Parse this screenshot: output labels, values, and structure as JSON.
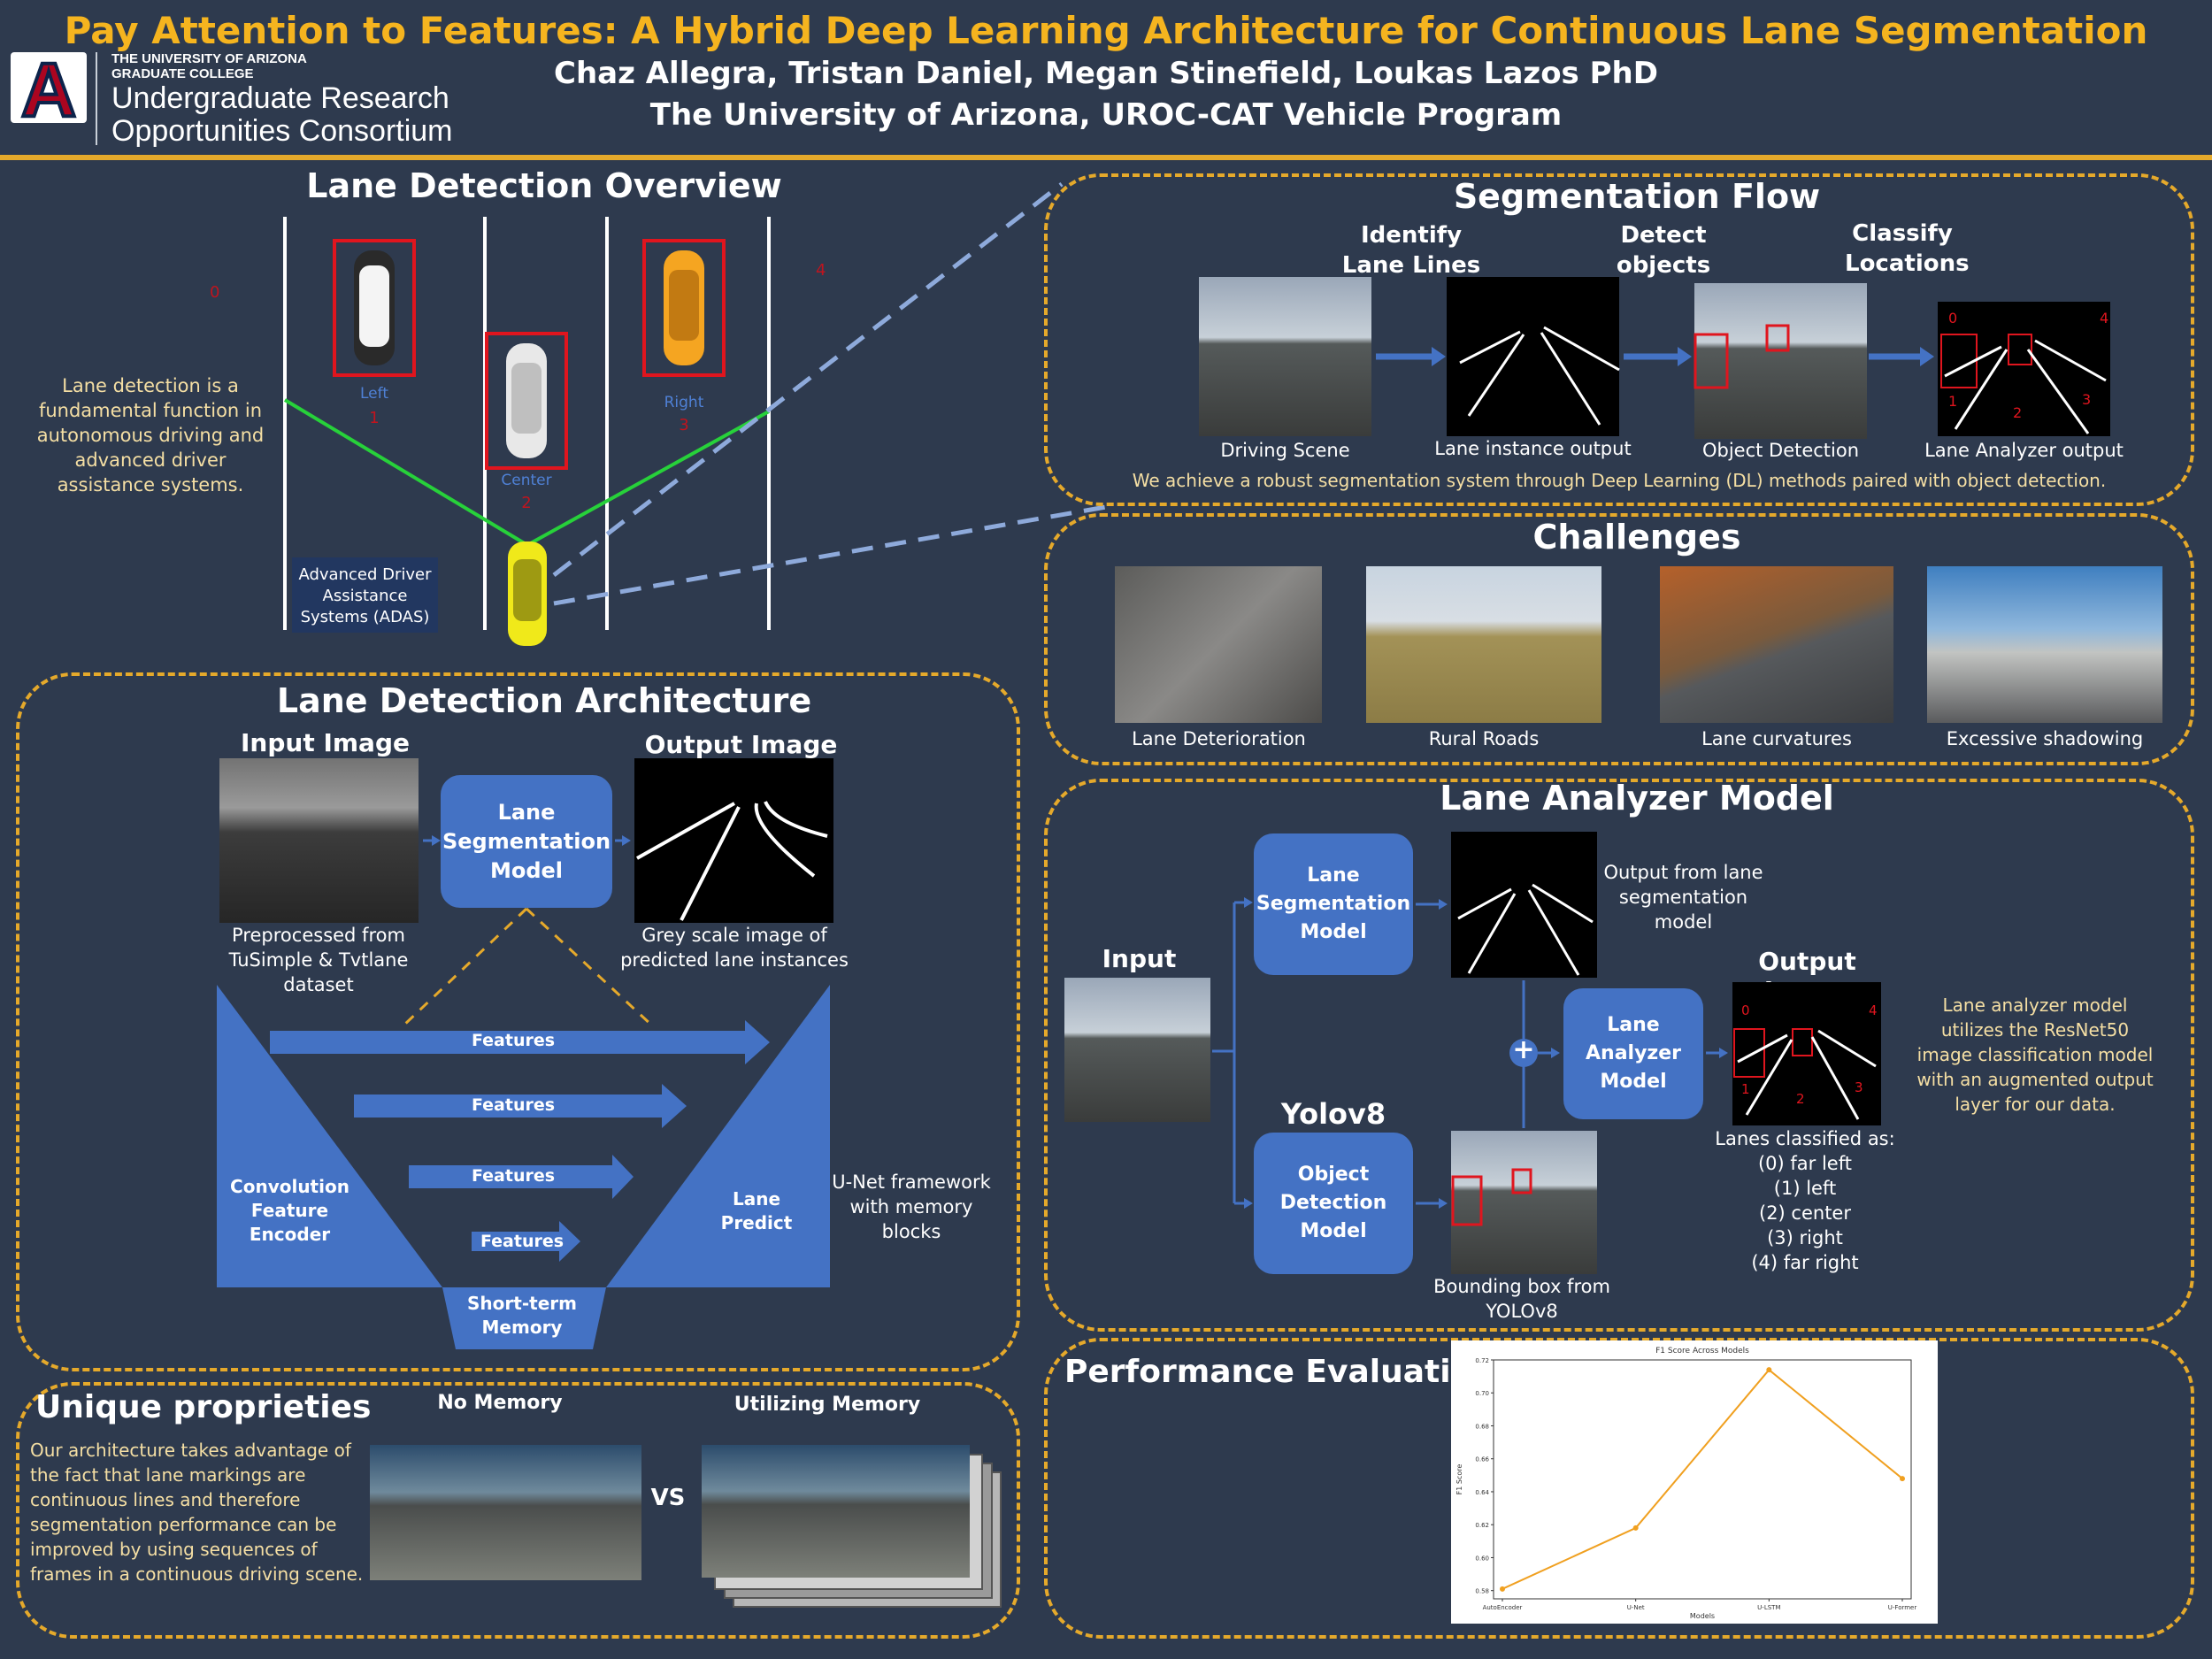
{
  "header": {
    "title": "Pay Attention to Features: A Hybrid Deep Learning Architecture for Continuous Lane Segmentation",
    "authors": "Chaz Allegra, Tristan Daniel, Megan Stinefield, Loukas Lazos PhD",
    "affiliation": "The University of Arizona, UROC-CAT Vehicle Program",
    "logo_line1": "THE UNIVERSITY OF ARIZONA",
    "logo_line2": "GRADUATE COLLEGE",
    "logo_line3": "Undergraduate Research",
    "logo_line4": "Opportunities Consortium",
    "logo_mark": "A"
  },
  "overview": {
    "title": "Lane Detection Overview",
    "text": "Lane detection is a fundamental function in autonomous driving and advanced driver assistance systems.",
    "lane0": "0",
    "lane4": "4",
    "left_label": "Left",
    "left_num": "1",
    "center_label": "Center",
    "center_num": "2",
    "right_label": "Right",
    "right_num": "3",
    "adas": "Advanced Driver Assistance Systems (ADAS)"
  },
  "seg_flow": {
    "title": "Segmentation Flow",
    "step1": "Identify Lane Lines",
    "step2": "Detect objects",
    "step3": "Classify Locations",
    "cap1": "Driving Scene",
    "cap2": "Lane instance output",
    "cap3": "Object Detection",
    "cap4": "Lane Analyzer output",
    "summary": "We achieve a robust segmentation system through Deep Learning (DL) methods paired with object detection.",
    "n0": "0",
    "n1": "1",
    "n2": "2",
    "n3": "3",
    "n4": "4"
  },
  "challenges": {
    "title": "Challenges",
    "items": [
      "Lane Deterioration",
      "Rural Roads",
      "Lane curvatures",
      "Excessive shadowing"
    ]
  },
  "arch": {
    "title": "Lane Detection Architecture",
    "input_title": "Input Image",
    "output_title": "Output Image",
    "model": "Lane Segmentation Model",
    "input_cap": "Preprocessed from TuSimple & Tvtlane dataset",
    "output_cap": "Grey scale image of predicted lane instances",
    "features": "Features",
    "encoder": "Convolution Feature Encoder",
    "predict": "Lane Predict",
    "memory": "Short-term Memory",
    "unet": "U-Net framework with memory blocks"
  },
  "analyzer": {
    "title": "Lane Analyzer Model",
    "input_title": "Input Image",
    "seg_model": "Lane Segmentation Model",
    "seg_cap": "Output from lane segmentation model",
    "yolo": "Yolov8",
    "od_model": "Object Detection Model",
    "bbox_cap": "Bounding box  from YOLOv8",
    "la_model": "Lane Analyzer Model",
    "output_title": "Output Image",
    "plus": "+",
    "classes": [
      "Lanes classified as:",
      "(0) far left",
      "(1) left",
      "(2) center",
      "(3) right",
      "(4) far right"
    ],
    "desc": "Lane analyzer model utilizes the ResNet50 image classification model with an augmented output layer for our data.",
    "n0": "0",
    "n1": "1",
    "n2": "2",
    "n3": "3",
    "n4": "4"
  },
  "unique": {
    "title": "Unique proprieties",
    "text": "Our architecture takes advantage of the fact that lane markings are continuous lines and therefore segmentation performance can be improved by using sequences of frames in a continuous driving scene.",
    "no_mem": "No Memory",
    "with_mem": "Utilizing Memory",
    "vs": "VS"
  },
  "performance": {
    "title": "Performance Evaluation"
  },
  "chart_data": {
    "type": "line",
    "title": "F1 Score Across Models",
    "xlabel": "Models",
    "ylabel": "F1 Score",
    "categories": [
      "AutoEncoder",
      "U-Net",
      "U-LSTM",
      "U-Former"
    ],
    "values": [
      0.581,
      0.618,
      0.714,
      0.648
    ],
    "ylim": [
      0.575,
      0.72
    ],
    "yticks": [
      "0.58",
      "0.60",
      "0.62",
      "0.64",
      "0.66",
      "0.68",
      "0.70",
      "0.72"
    ],
    "color": "#f0a020"
  }
}
